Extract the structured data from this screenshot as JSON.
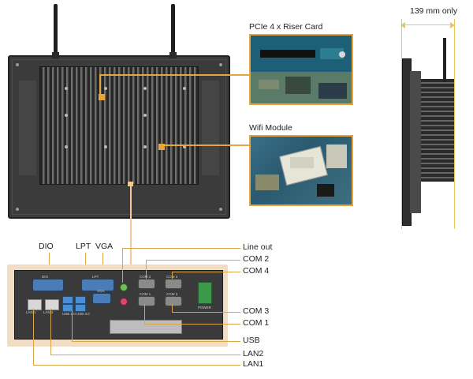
{
  "callouts": {
    "riser_card": "PCIe 4 x Riser Card",
    "wifi_module": "Wifi Module",
    "depth": "139 mm only"
  },
  "io_panel": {
    "top_labels": [
      "DIO",
      "LPT",
      "VGA"
    ],
    "right_labels": [
      "Line out",
      "COM 2",
      "COM 4",
      "COM 3",
      "COM 1",
      "USB",
      "LAN2",
      "LAN1"
    ],
    "port_printing": [
      "DIO",
      "LPT",
      "VGA",
      "LAN 1",
      "LAN 2",
      "USB 2.0",
      "USB 3.0",
      "COM 1",
      "COM 2",
      "COM 3",
      "COM 4",
      "POWER"
    ]
  },
  "colors": {
    "callout_accent": "#e8a53a",
    "panel_body": "#3a3a3a",
    "pcb": "#1f5f7a"
  },
  "icons": [
    "antenna-icon",
    "heatsink-icon"
  ]
}
